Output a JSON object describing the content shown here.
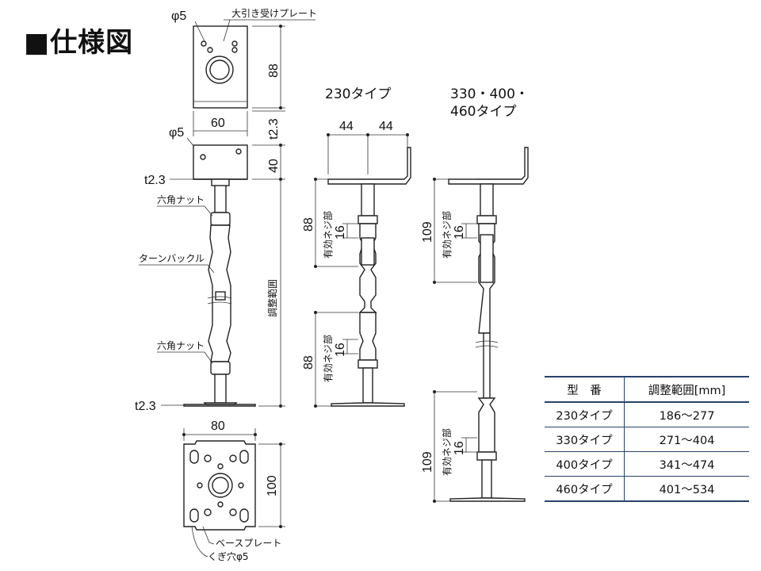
{
  "title": "■仕様図",
  "labels": {
    "phi5_top": "φ5",
    "receiver_plate": "大引き受けプレート",
    "dim_88_top": "88",
    "dim_60": "60",
    "t23_top_right": "t2.3",
    "phi5_mid": "φ5",
    "dim_40": "40",
    "t23_left_top": "t2.3",
    "hex_nut_top": "六角ナット",
    "turnbuckle": "ターンバックル",
    "adjust_range_vertical": "調整範囲",
    "hex_nut_bottom": "六角ナット",
    "t23_left_bottom": "t2.3",
    "dim_80": "80",
    "dim_100": "100",
    "base_plate": "ベースプレート",
    "nail_hole": "くぎ穴φ5",
    "type_230": "230タイプ",
    "dim_44_left": "44",
    "dim_44_right": "44",
    "type_330_line1": "330・400・",
    "type_330_line2": "460タイプ",
    "dim_88_a": "88",
    "dim_16_a": "16",
    "effective_thread_a": "有効ネジ部",
    "dim_88_b": "88",
    "dim_16_b": "16",
    "effective_thread_b": "有効ネジ部",
    "dim_109_a": "109",
    "dim_16_c": "16",
    "effective_thread_c": "有効ネジ部",
    "dim_109_b": "109",
    "dim_16_d": "16",
    "effective_thread_d": "有効ネジ部"
  },
  "table": {
    "headers": [
      "型　番",
      "調整範囲[mm]"
    ],
    "rows": [
      [
        "230タイプ",
        "186～277"
      ],
      [
        "330タイプ",
        "271～404"
      ],
      [
        "400タイプ",
        "341～474"
      ],
      [
        "460タイプ",
        "401～534"
      ]
    ]
  },
  "colors": {
    "table_rule": "#27426e",
    "line": "#222222"
  }
}
